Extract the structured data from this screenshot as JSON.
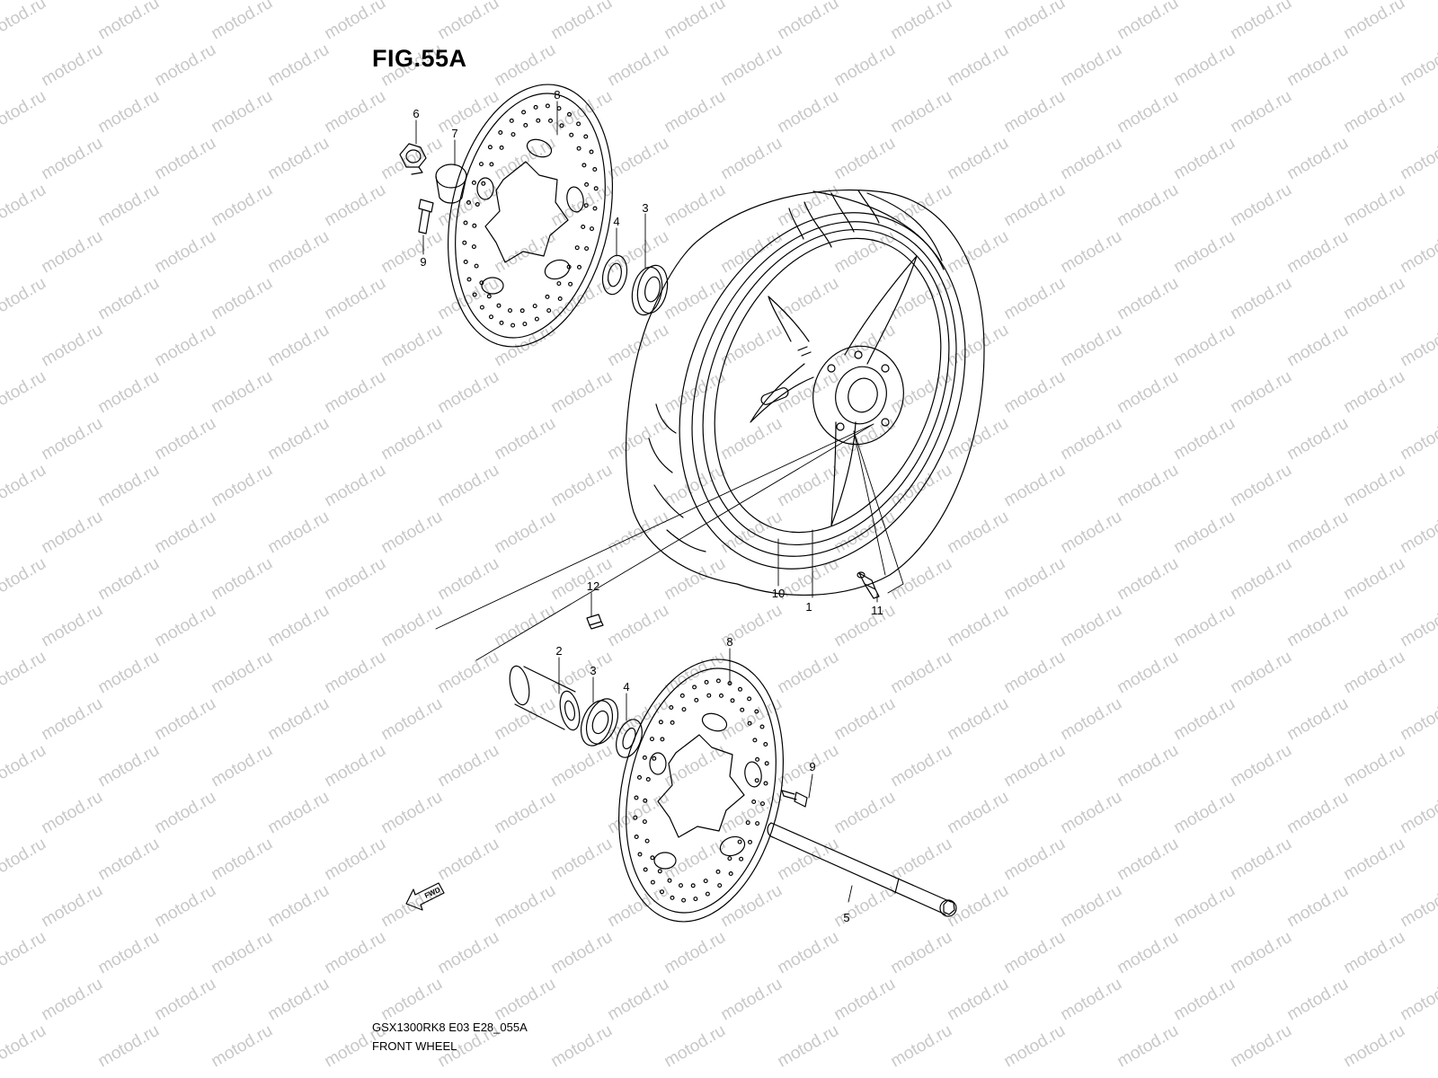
{
  "figure": {
    "title": "FIG.55A",
    "drawing_code": "GSX1300RK8 E03 E28_055A",
    "assembly_name": "FRONT WHEEL"
  },
  "watermark": {
    "text": "motod.ru",
    "color": "#c8c8c8"
  },
  "fwd_arrow": {
    "label": "FWD"
  },
  "callouts": [
    "1",
    "2",
    "3",
    "3",
    "4",
    "4",
    "5",
    "6",
    "7",
    "8",
    "8",
    "9",
    "9",
    "10",
    "11",
    "12"
  ],
  "colors": {
    "line": "#000000",
    "background": "#ffffff"
  }
}
